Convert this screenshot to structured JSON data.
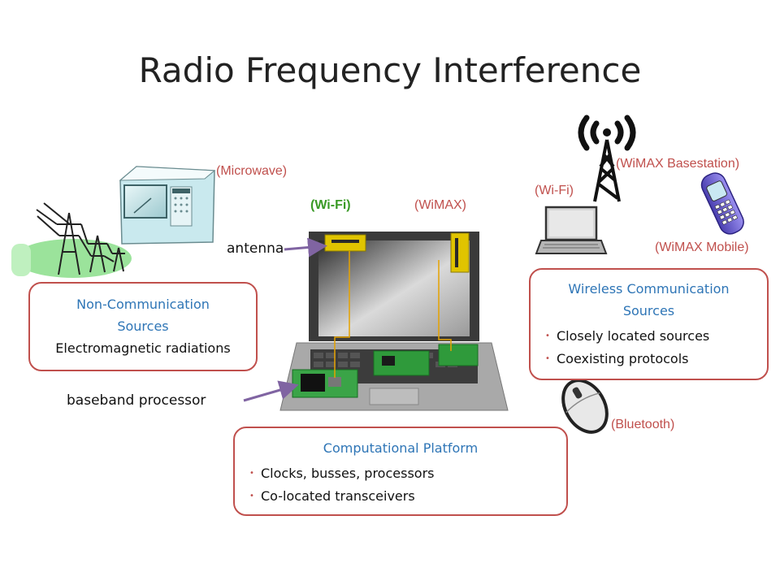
{
  "title": "Radio Frequency Interference",
  "labels": {
    "microwave": "(Microwave)",
    "wifi_laptop": "(Wi-Fi)",
    "wimax_laptop": "(WiMAX)",
    "antenna": "antenna",
    "baseband": "baseband processor",
    "wifi_remote": "(Wi-Fi)",
    "wimax_base": "(WiMAX Basestation)",
    "wimax_mobile": "(WiMAX Mobile)",
    "bluetooth": "(Bluetooth)"
  },
  "boxes": {
    "noncomm": {
      "title_line1": "Non-Communication",
      "title_line2": "Sources",
      "body": "Electromagnetic radiations"
    },
    "wireless": {
      "title_line1": "Wireless Communication",
      "title_line2": "Sources",
      "items": [
        "Closely located sources",
        "Coexisting protocols"
      ]
    },
    "computational": {
      "title": "Computational Platform",
      "items": [
        "Clocks, busses, processors",
        "Co-located transceivers"
      ]
    }
  },
  "colors": {
    "box_border": "#c0504d",
    "box_title": "#2e75b6",
    "label_red": "#c0504d",
    "label_green": "#3a9a26",
    "arrow": "#8064a2"
  },
  "icons": [
    "power-lines-icon",
    "microwave-icon",
    "laptop-icon",
    "small-laptop-icon",
    "radio-tower-icon",
    "cell-phone-icon",
    "mouse-icon"
  ]
}
